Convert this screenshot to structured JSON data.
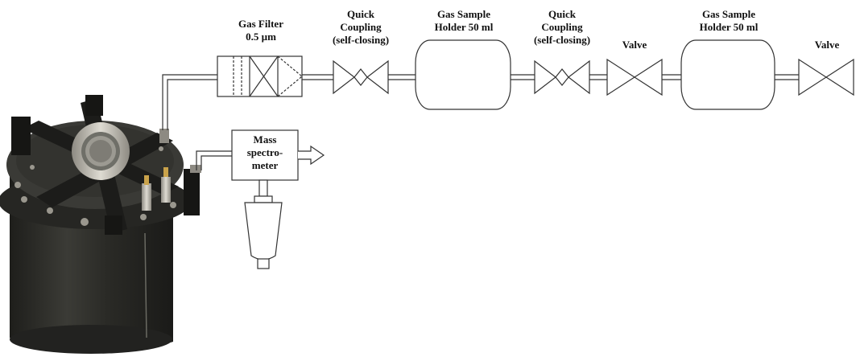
{
  "labels": {
    "gas_filter": {
      "line1": "Gas Filter",
      "line2": "0.5 µm"
    },
    "quick_coupling_1": {
      "line1": "Quick",
      "line2": "Coupling",
      "line3": "(self-closing)"
    },
    "gas_sample_holder_1": {
      "line1": "Gas Sample",
      "line2": "Holder 50 ml"
    },
    "quick_coupling_2": {
      "line1": "Quick",
      "line2": "Coupling",
      "line3": "(self-closing)"
    },
    "valve_1": "Valve",
    "gas_sample_holder_2": {
      "line1": "Gas Sample",
      "line2": "Holder 50 ml"
    },
    "valve_2": "Valve",
    "mass_spectrometer": {
      "line1": "Mass",
      "line2": "spectro-",
      "line3": "meter"
    }
  },
  "colors": {
    "line": "#333333",
    "vessel_body": "#2b2b28",
    "vessel_lid": "#3a3a36",
    "metal": "#b9b6ac"
  }
}
